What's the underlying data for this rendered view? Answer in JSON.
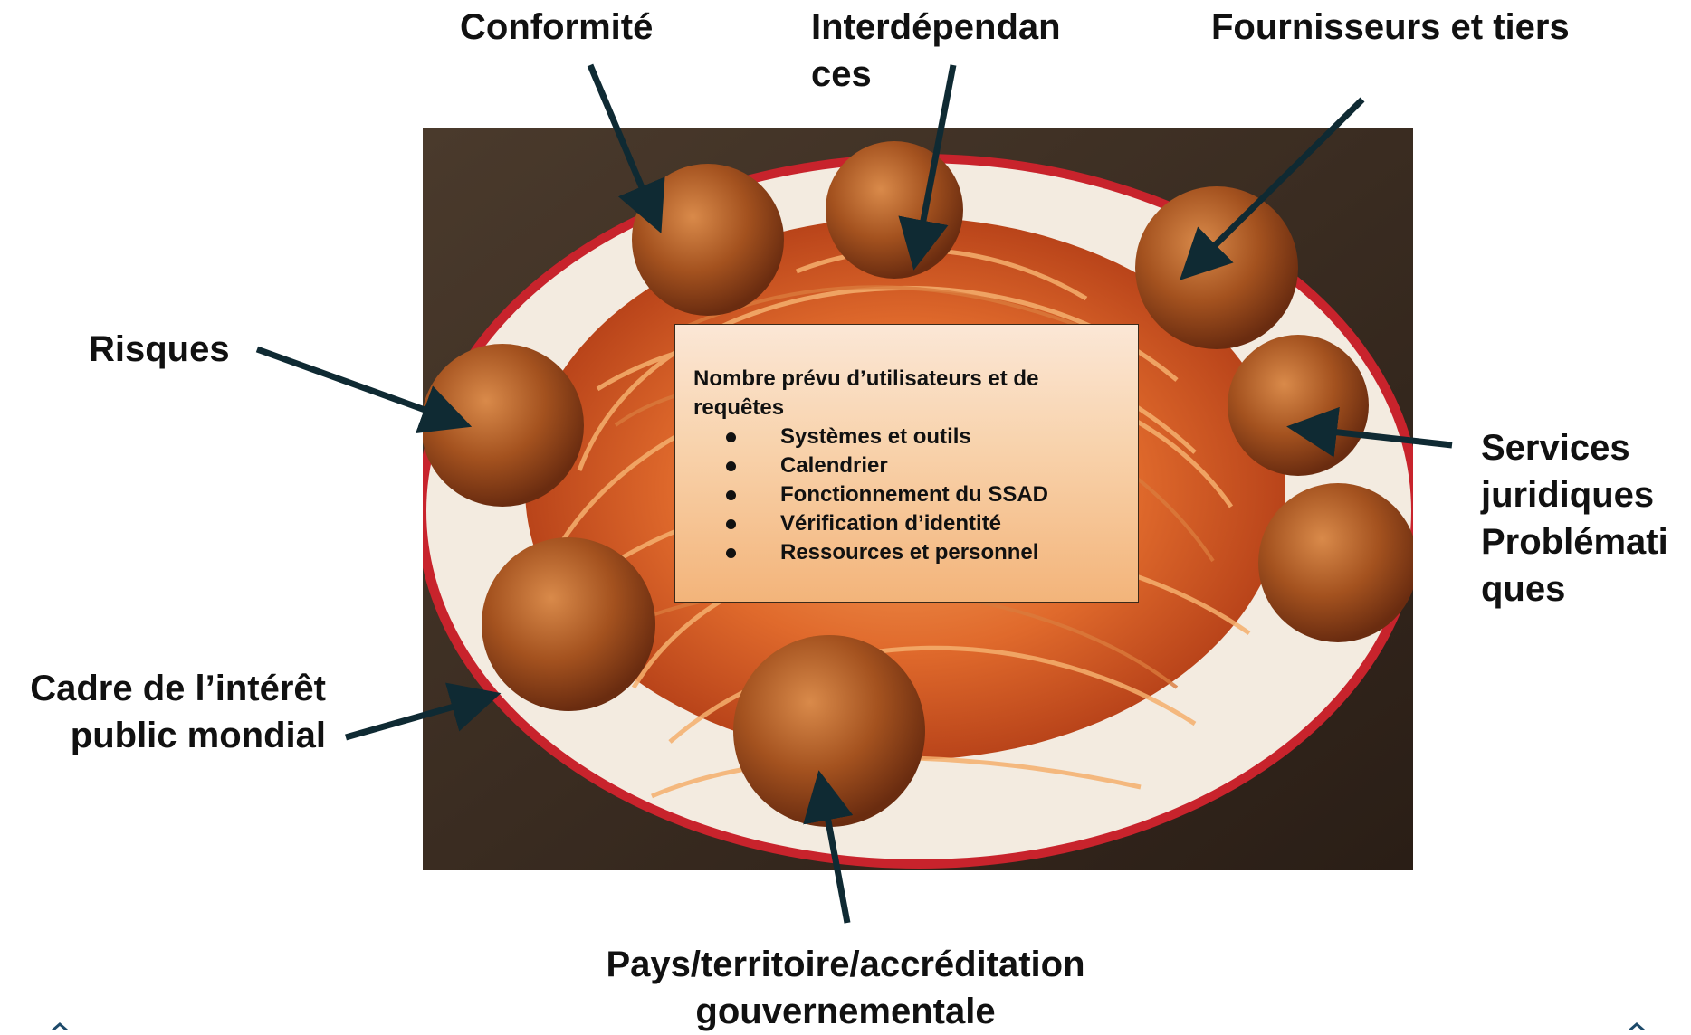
{
  "labels": {
    "conformite": "Conformité",
    "interdependances_line1": "Interdépendan",
    "interdependances_line2": "ces",
    "fournisseurs": "Fournisseurs et tiers",
    "risques": "Risques",
    "services_line1": "Services",
    "services_line2": "juridiques",
    "services_line3": "Problémati",
    "services_line4": "ques",
    "cadre_line1": "Cadre de l’intérêt",
    "cadre_line2": "public mondial",
    "pays_line1": "Pays/territoire/accréditation",
    "pays_line2": "gouvernementale"
  },
  "note": {
    "heading_line1": "Nombre prévu d’utilisateurs et de",
    "heading_line2": "requêtes",
    "items": [
      "Systèmes et outils",
      "Calendrier",
      "Fonctionnement du SSAD",
      "Vérification d’identité",
      "Ressources et personnel"
    ]
  },
  "colors": {
    "arrow": "#0f2a33",
    "text": "#111111",
    "plate_rim": "#c8232c",
    "sauce": "#c9461a"
  },
  "image": {
    "subject": "spaghetti-and-meatballs-photo"
  }
}
